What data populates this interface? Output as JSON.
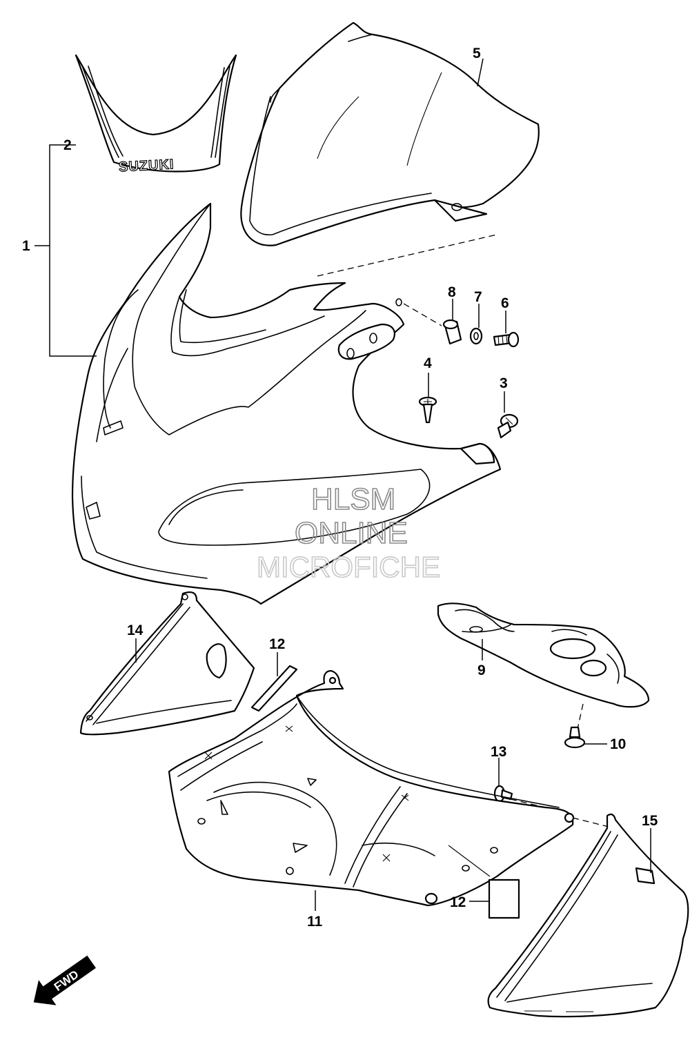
{
  "callouts": {
    "c1": "1",
    "c2": "2",
    "c3": "3",
    "c4": "4",
    "c5": "5",
    "c6": "6",
    "c7": "7",
    "c8": "8",
    "c9": "9",
    "c10": "10",
    "c11": "11",
    "c12a": "12",
    "c12b": "12",
    "c13": "13",
    "c14": "14",
    "c15": "15"
  },
  "decal_text": "SUZUKI",
  "watermark": {
    "line1": "HLSM",
    "line2": "ONLINE",
    "line3": "MICROFICHE"
  },
  "direction_badge": "FWD",
  "colors": {
    "line": "#000000",
    "watermark": "#8a8a8a",
    "watermark_faint": "#c8c8c8"
  }
}
